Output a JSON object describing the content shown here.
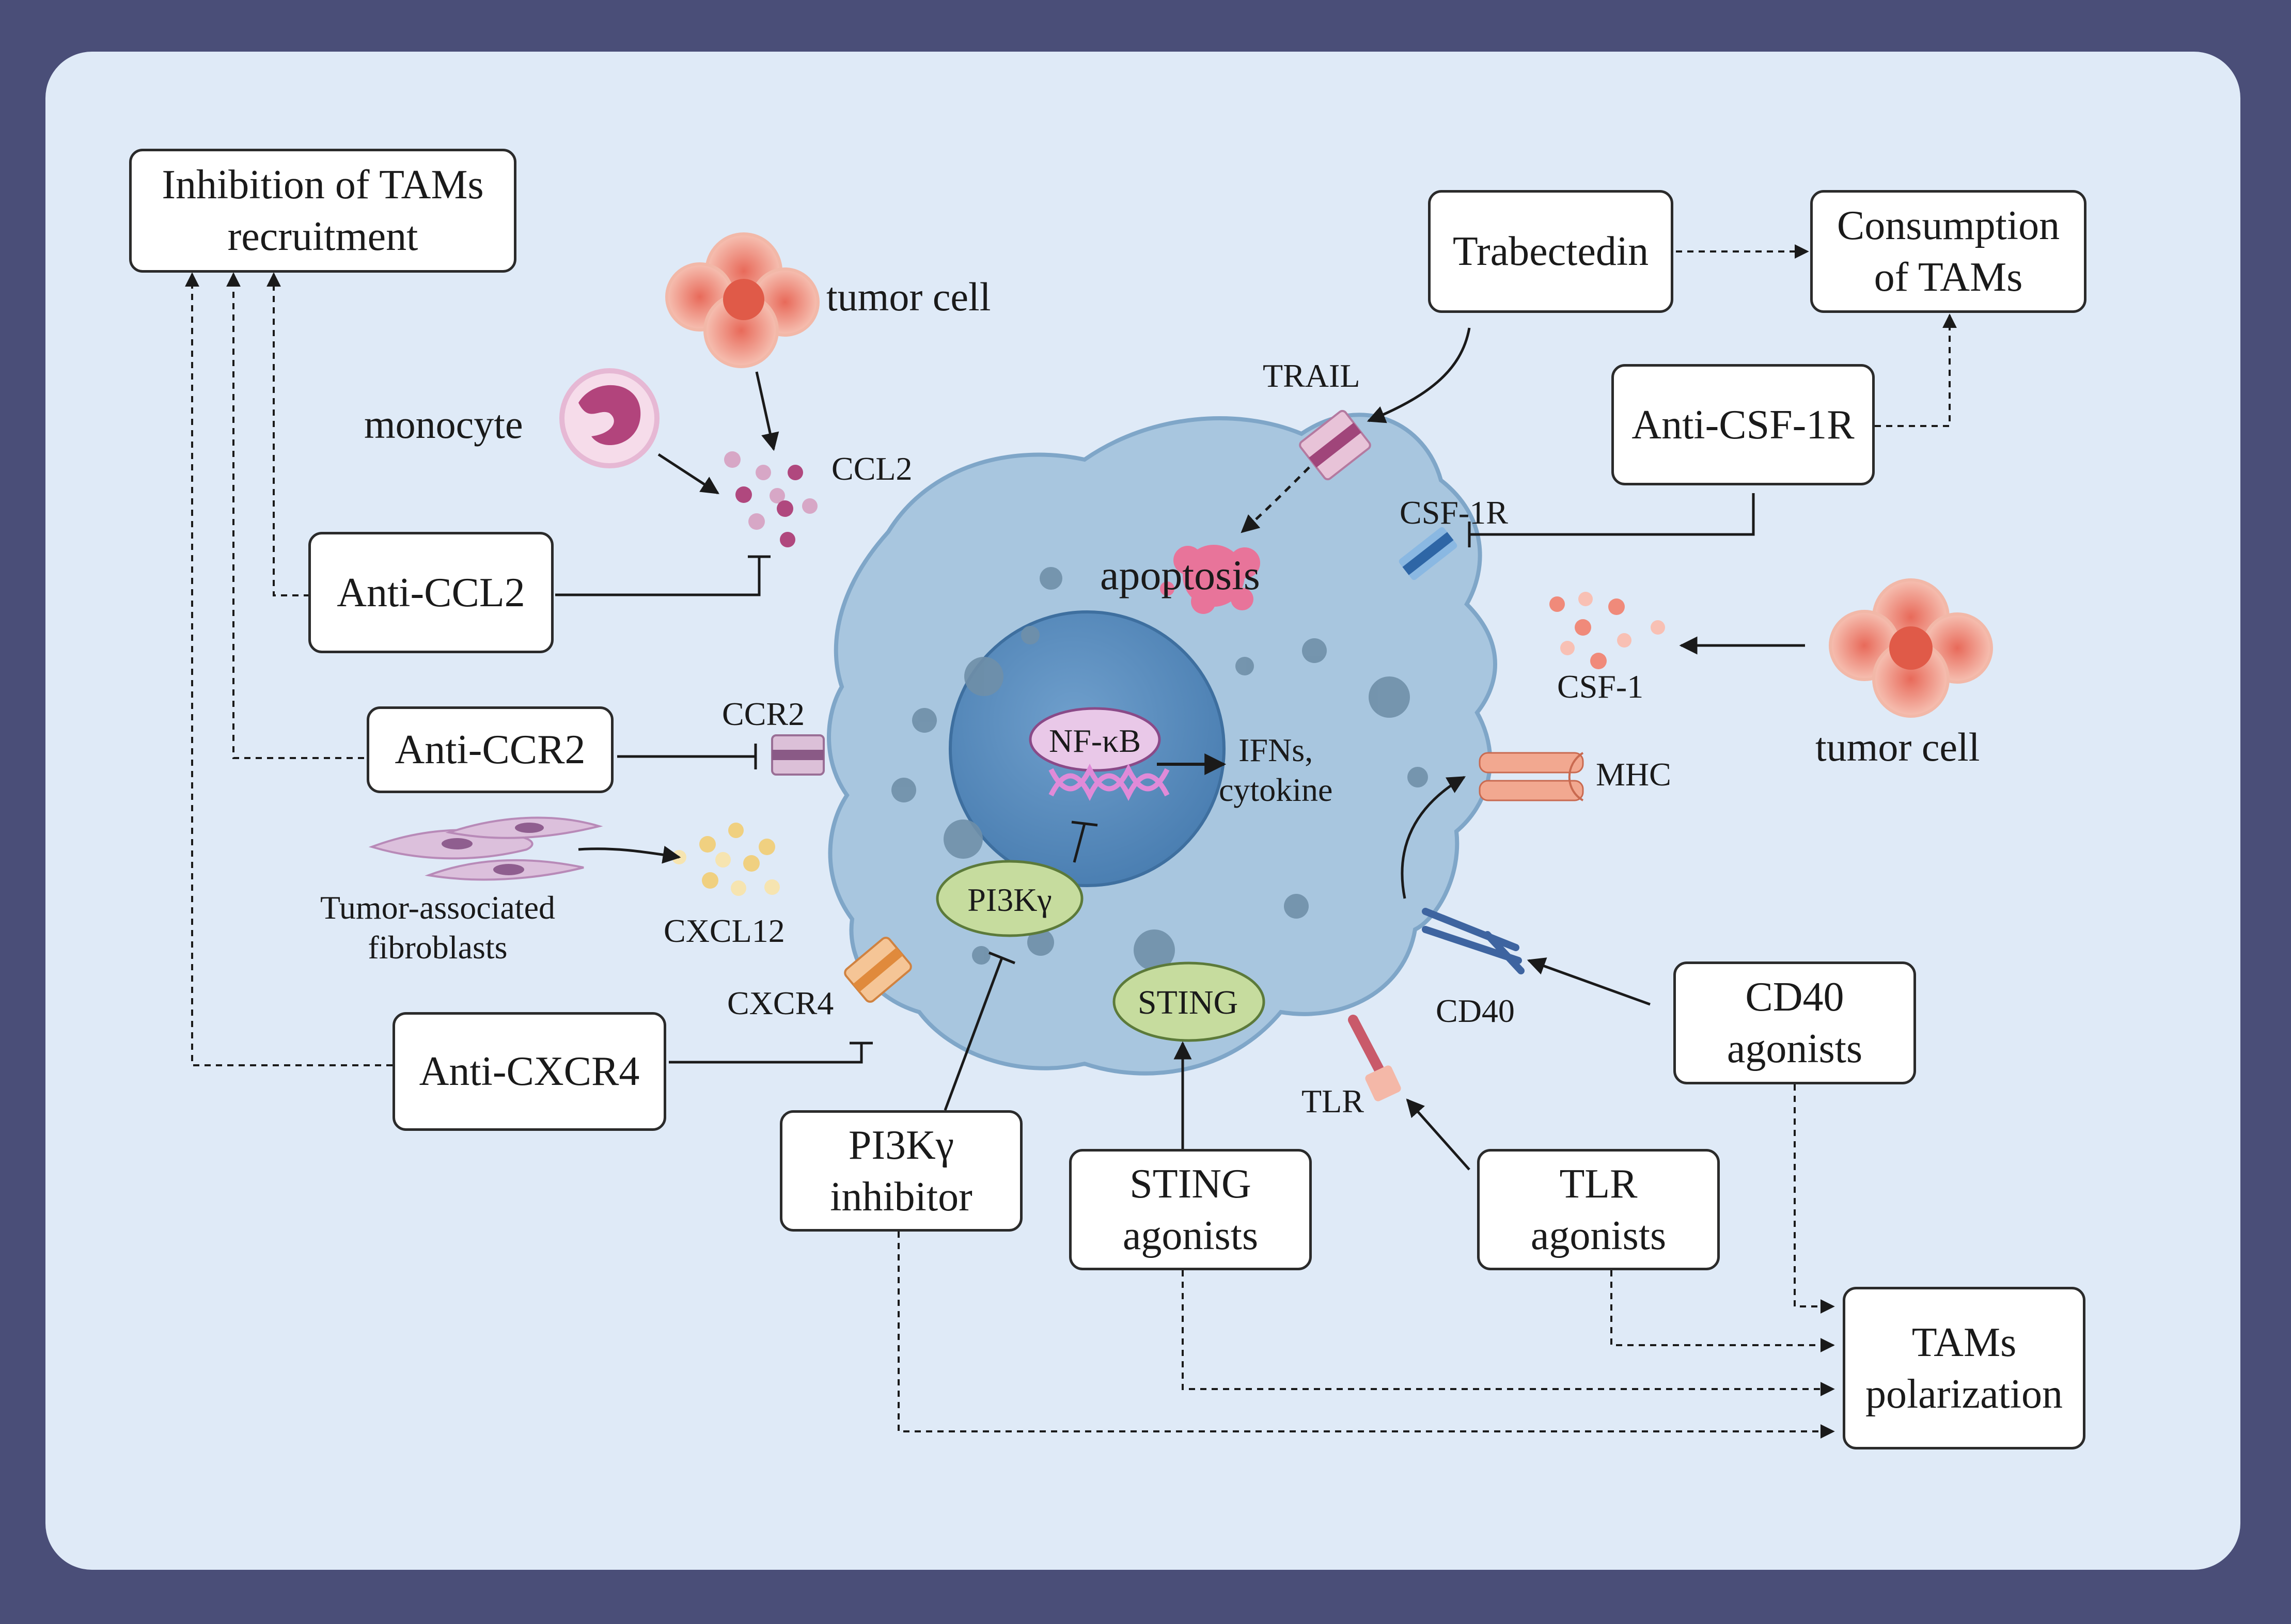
{
  "boxes": {
    "inhibition": "Inhibition of TAMs\nrecruitment",
    "trabectedin": "Trabectedin",
    "consumption": "Consumption\nof TAMs",
    "anti_csf1r": "Anti-CSF-1R",
    "anti_ccl2": "Anti-CCL2",
    "anti_ccr2": "Anti-CCR2",
    "anti_cxcr4": "Anti-CXCR4",
    "pi3k_inhibitor": "PI3Kγ\ninhibitor",
    "sting_agonists": "STING\nagonists",
    "tlr_agonists": "TLR\nagonists",
    "cd40_agonists": "CD40\nagonists",
    "polarization": "TAMs\npolarization"
  },
  "labels": {
    "tumor_cell_top": "tumor cell",
    "tumor_cell_right": "tumor cell",
    "monocyte": "monocyte",
    "ccl2": "CCL2",
    "trail": "TRAIL",
    "csf1r": "CSF-1R",
    "apoptosis": "apoptosis",
    "csf1": "CSF-1",
    "ccr2": "CCR2",
    "mhc": "MHC",
    "nfkb": "NF-κB",
    "ifns": "IFNs,\ncytokine",
    "pi3k": "PI3Kγ",
    "fibroblasts": "Tumor-associated\nfibroblasts",
    "cxcl12": "CXCL12",
    "cxcr4": "CXCR4",
    "sting": "STING",
    "cd40": "CD40",
    "tlr": "TLR"
  },
  "colors": {
    "frame": "#4a4e78",
    "panel": "#dfeaf7",
    "cell_body": "#a8c6df",
    "nucleus": "#5e8fbf",
    "pill_green": "#c6dc9e",
    "nfkb_pink": "#e9c8e8",
    "tumor": "#f0a898",
    "monocyte": "#c86a9a"
  }
}
